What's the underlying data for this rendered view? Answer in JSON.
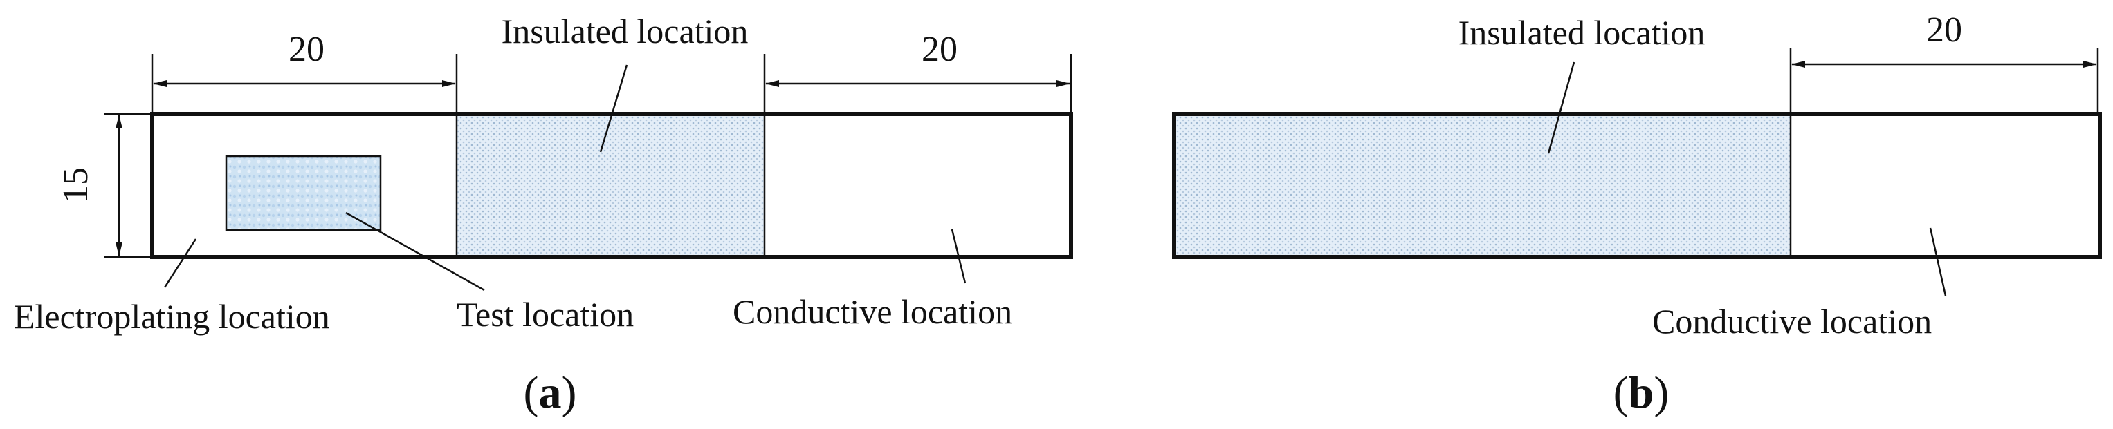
{
  "colors": {
    "insulated_fill": "#dce9f5",
    "test_fill": "#cfe3f3",
    "outline": "#111111",
    "background": "#ffffff"
  },
  "panel_a": {
    "caption_open": "(",
    "caption_letter": "a",
    "caption_close": ")",
    "dim_left": "20",
    "dim_right": "20",
    "dim_height": "15",
    "label_insulated": "Insulated location",
    "label_electroplating": "Electroplating location",
    "label_test": "Test location",
    "label_conductive": "Conductive location"
  },
  "panel_b": {
    "caption_open": "(",
    "caption_letter": "b",
    "caption_close": ")",
    "dim_right": "20",
    "label_insulated": "Insulated location",
    "label_conductive": "Conductive location"
  }
}
